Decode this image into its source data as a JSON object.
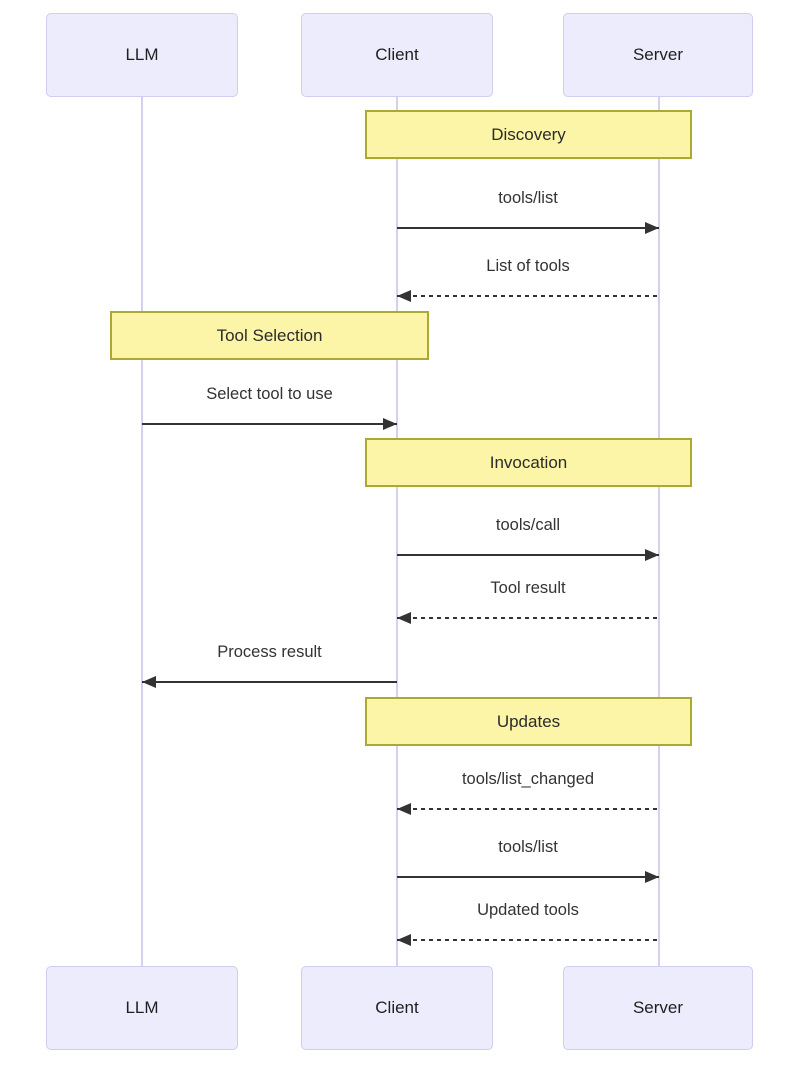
{
  "diagram": {
    "type": "sequence-diagram",
    "actors": [
      {
        "name": "LLM"
      },
      {
        "name": "Client"
      },
      {
        "name": "Server"
      }
    ],
    "notes": [
      {
        "label": "Discovery",
        "over": [
          "Client",
          "Server"
        ]
      },
      {
        "label": "Tool Selection",
        "over": [
          "LLM",
          "Client"
        ]
      },
      {
        "label": "Invocation",
        "over": [
          "Client",
          "Server"
        ]
      },
      {
        "label": "Updates",
        "over": [
          "Client",
          "Server"
        ]
      }
    ],
    "messages": [
      {
        "label": "tools/list",
        "from": "Client",
        "to": "Server",
        "style": "solid"
      },
      {
        "label": "List of tools",
        "from": "Server",
        "to": "Client",
        "style": "dashed"
      },
      {
        "label": "Select tool to use",
        "from": "LLM",
        "to": "Client",
        "style": "solid"
      },
      {
        "label": "tools/call",
        "from": "Client",
        "to": "Server",
        "style": "solid"
      },
      {
        "label": "Tool result",
        "from": "Server",
        "to": "Client",
        "style": "dashed"
      },
      {
        "label": "Process result",
        "from": "Client",
        "to": "LLM",
        "style": "solid"
      },
      {
        "label": "tools/list_changed",
        "from": "Server",
        "to": "Client",
        "style": "dashed"
      },
      {
        "label": "tools/list",
        "from": "Client",
        "to": "Server",
        "style": "solid"
      },
      {
        "label": "Updated tools",
        "from": "Server",
        "to": "Client",
        "style": "dashed"
      }
    ],
    "colors": {
      "actor_fill": "#ececfc",
      "actor_border": "#cfcdf2",
      "lifeline": "#d8cfee",
      "note_fill": "#fcf4a6",
      "note_border": "#aaaa33",
      "arrow": "#333333",
      "text": "#333333"
    }
  }
}
